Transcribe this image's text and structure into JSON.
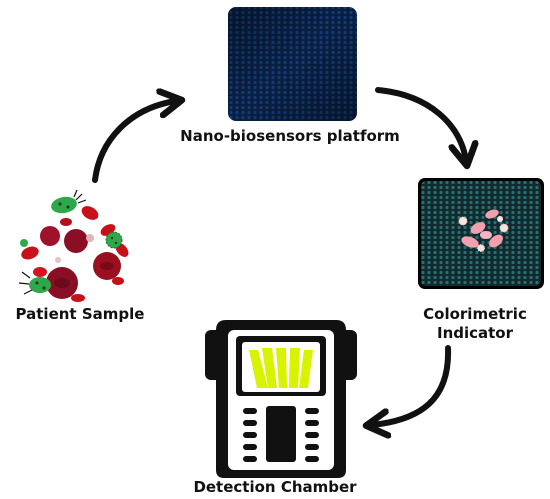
{
  "labels": {
    "nano": "Nano-biosensors platform",
    "patient": "Patient Sample",
    "colorimetric_line1": "Colorimetric",
    "colorimetric_line2": "Indicator",
    "detection": "Detection Chamber"
  },
  "icons": [
    "nano-biosensor-plate-icon",
    "patient-sample-icon",
    "colorimetric-plate-icon",
    "detection-chamber-device-icon",
    "cycle-arrow-icon"
  ],
  "colors": {
    "plate_blue": "#0d2d5e",
    "plate_teal": "#1d5a5c",
    "blood_red": "#c8101a",
    "dark_red": "#8a0f24",
    "bacteria_green": "#2ea84a",
    "pink_particle": "#f2a0b0",
    "screen_yellow": "#d9f200"
  }
}
